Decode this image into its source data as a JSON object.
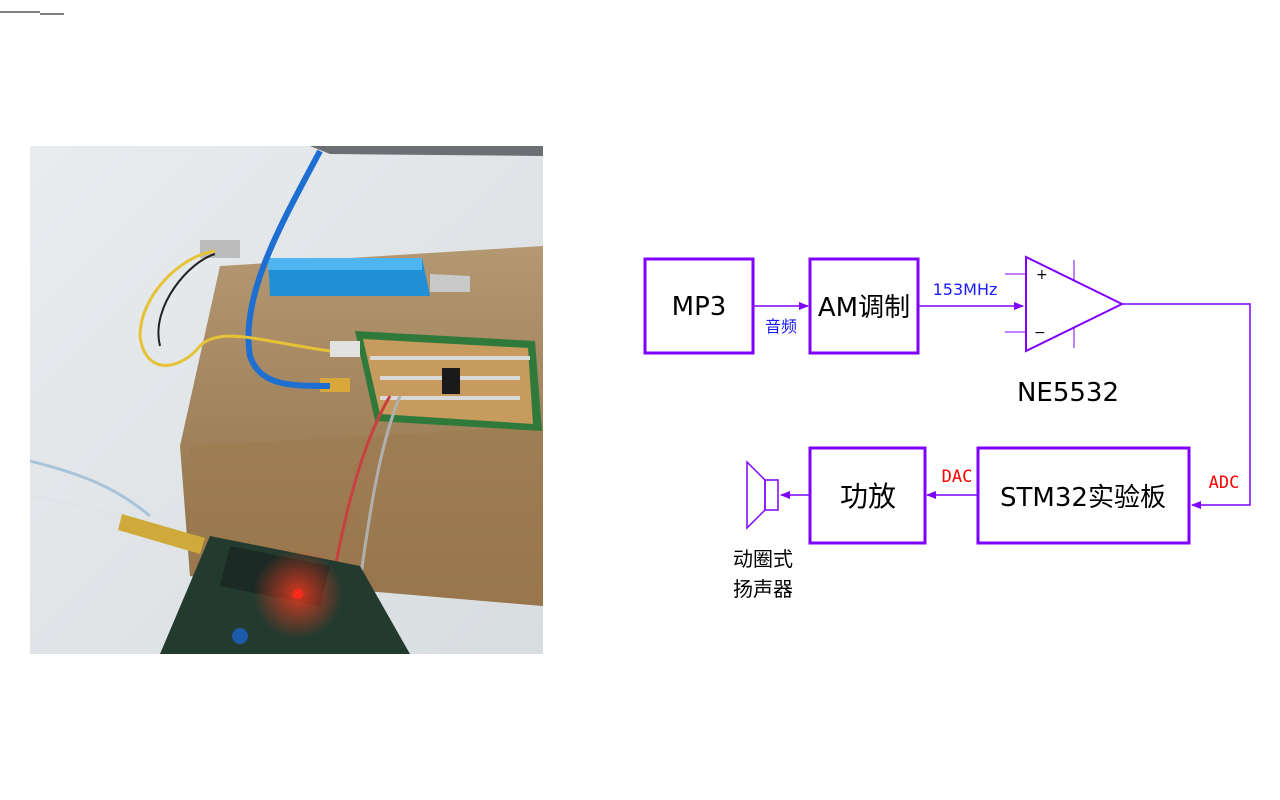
{
  "colors": {
    "line": "#7f00ff",
    "label_blue": "#1a1aff",
    "label_red": "#ff0000",
    "text": "#000000"
  },
  "photo": {
    "icon": "circuit-board-photo"
  },
  "diagram": {
    "blocks": {
      "mp3": "MP3",
      "am": "AM调制",
      "stm32": "STM32实验板",
      "amp": "功放"
    },
    "labels": {
      "audio": "音频",
      "freq": "153MHz",
      "dac": "DAC",
      "adc": "ADC",
      "opamp": "NE5532",
      "plus": "+",
      "minus": "−"
    },
    "speaker_line1": "动圈式",
    "speaker_line2": "扬声器"
  }
}
